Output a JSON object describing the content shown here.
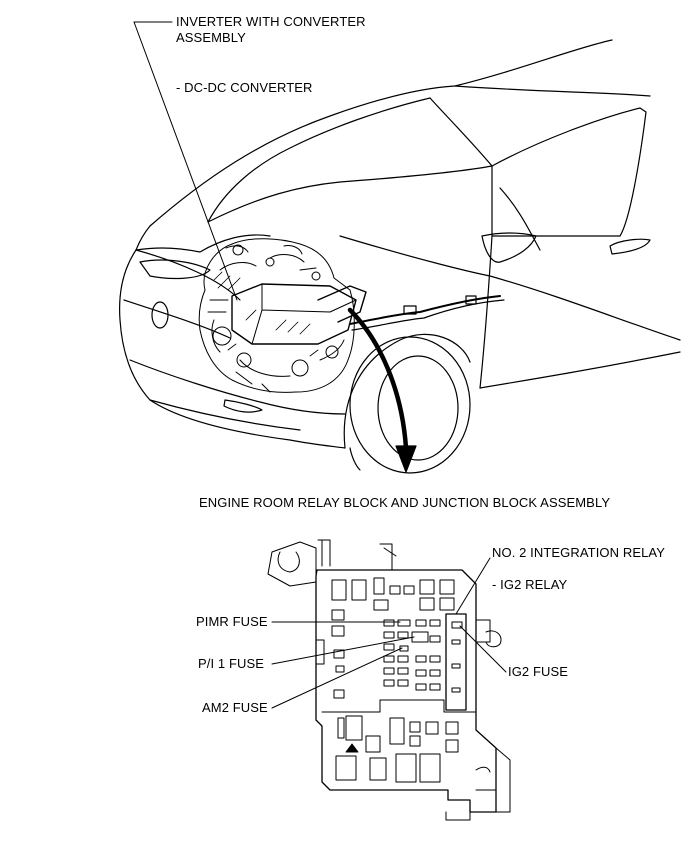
{
  "labels": {
    "inverter_line1": "INVERTER WITH CONVERTER",
    "inverter_line2": "ASSEMBLY",
    "dcdc": "- DC-DC CONVERTER",
    "engine_room": "ENGINE ROOM RELAY BLOCK AND JUNCTION BLOCK ASSEMBLY",
    "no2_integration": "NO. 2 INTEGRATION RELAY",
    "ig2_relay": "- IG2 RELAY",
    "pimr_fuse": "PIMR FUSE",
    "pi1_fuse": "P/I 1 FUSE",
    "am2_fuse": "AM2 FUSE",
    "ig2_fuse": "IG2 FUSE"
  },
  "colors": {
    "line": "#000000",
    "background": "#ffffff"
  }
}
